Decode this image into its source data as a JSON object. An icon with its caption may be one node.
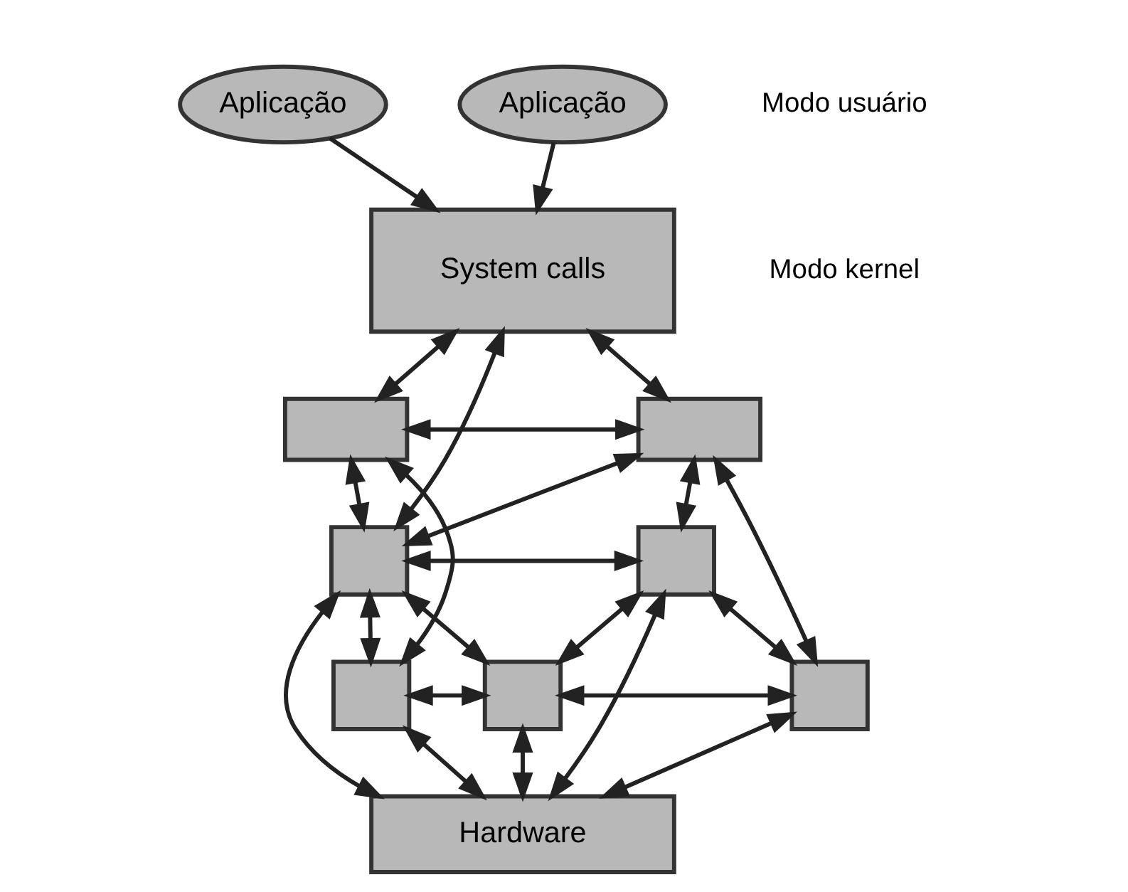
{
  "diagram": {
    "nodes": [
      {
        "text": [
          "Aplicação"
        ]
      },
      {
        "text": [
          "Aplicação"
        ]
      },
      {
        "text": [
          "System calls"
        ]
      },
      {
        "text": [],
        "shape": "box"
      },
      {
        "text": [],
        "shape": "box"
      },
      {
        "text": [],
        "shape": "box"
      },
      {
        "text": [],
        "shape": "box"
      },
      {
        "text": [],
        "shape": "box"
      },
      {
        "text": [],
        "shape": "box"
      },
      {
        "text": [],
        "shape": "box"
      },
      {
        "text": [
          "Hardware"
        ]
      }
    ],
    "edges": [
      {
        "from": 0,
        "to": 2,
        "arrow": "to"
      },
      {
        "from": 1,
        "to": 2,
        "arrow": "to"
      },
      {
        "from": 2,
        "to": 3,
        "arrow": "both"
      },
      {
        "from": 2,
        "to": 5,
        "arrow": "both"
      },
      {
        "from": 2,
        "to": 4,
        "arrow": "both"
      },
      {
        "from": 3,
        "to": 4,
        "arrow": "both"
      },
      {
        "from": 3,
        "to": 5,
        "arrow": "both"
      },
      {
        "from": 4,
        "to": 5,
        "arrow": "both"
      },
      {
        "from": 4,
        "to": 6,
        "arrow": "both"
      },
      {
        "from": 3,
        "to": 7,
        "arrow": "both"
      },
      {
        "from": 4,
        "to": 9,
        "arrow": "both"
      },
      {
        "from": 5,
        "to": 6,
        "arrow": "both"
      },
      {
        "from": 5,
        "to": 7,
        "arrow": "both"
      },
      {
        "from": 5,
        "to": 8,
        "arrow": "both"
      },
      {
        "from": 6,
        "to": 8,
        "arrow": "both"
      },
      {
        "from": 6,
        "to": 9,
        "arrow": "both"
      },
      {
        "from": 7,
        "to": 8,
        "arrow": "both"
      },
      {
        "from": 8,
        "to": 9,
        "arrow": "both"
      },
      {
        "from": 5,
        "to": 10,
        "arrow": "both"
      },
      {
        "from": 6,
        "to": 10,
        "arrow": "both"
      },
      {
        "from": 7,
        "to": 10,
        "arrow": "both"
      },
      {
        "from": 8,
        "to": 10,
        "arrow": "both"
      },
      {
        "from": 9,
        "to": 10,
        "arrow": "both"
      }
    ],
    "labels": [
      "Modo usuário",
      "Modo kernel"
    ]
  }
}
